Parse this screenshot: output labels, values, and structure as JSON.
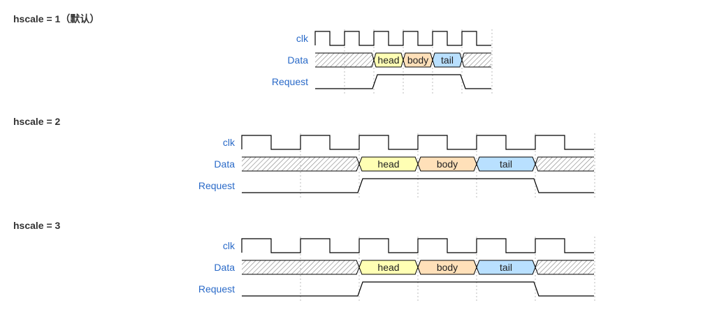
{
  "diagrams": [
    {
      "heading": "hscale = 1（默认）",
      "hscale": 1,
      "signals": [
        {
          "name": "clk",
          "wave": "clock"
        },
        {
          "name": "Data",
          "wave": "x.345x",
          "data": [
            "head",
            "body",
            "tail"
          ]
        },
        {
          "name": "Request",
          "wave": "0.1..0"
        }
      ]
    },
    {
      "heading": "hscale = 2",
      "hscale": 2,
      "signals": [
        {
          "name": "clk",
          "wave": "clock"
        },
        {
          "name": "Data",
          "wave": "x.345x",
          "data": [
            "head",
            "body",
            "tail"
          ]
        },
        {
          "name": "Request",
          "wave": "0.1..0"
        }
      ]
    },
    {
      "heading": "hscale = 3",
      "hscale": 3,
      "signals": [
        {
          "name": "clk",
          "wave": "clock"
        },
        {
          "name": "Data",
          "wave": "x.345x",
          "data": [
            "head",
            "body",
            "tail"
          ]
        },
        {
          "name": "Request",
          "wave": "0.1..0"
        }
      ]
    }
  ],
  "colors": {
    "signal_name": "#2a6ac8",
    "line": "#000000",
    "grid": "#bbbbbb",
    "head_fill": "#ffffb4",
    "body_fill": "#ffe0b9",
    "tail_fill": "#b9e0ff",
    "hatch": "#888888"
  }
}
